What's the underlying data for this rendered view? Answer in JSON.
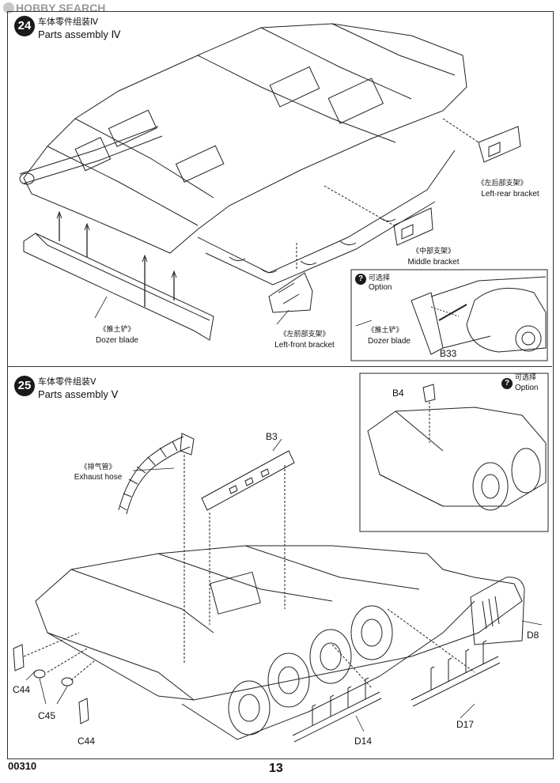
{
  "watermark": "HOBBY SEARCH",
  "step24": {
    "number": "24",
    "title_zh": "车体零件组装Ⅳ",
    "title_en": "Parts assembly Ⅳ",
    "labels": {
      "left_rear_zh": "《左后部支架》",
      "left_rear_en": "Left-rear bracket",
      "middle_zh": "《中部支架》",
      "middle_en": "Middle bracket",
      "dozer_zh": "《推土铲》",
      "dozer_en": "Dozer blade",
      "left_front_zh": "《左前部支架》",
      "left_front_en": "Left-front bracket"
    },
    "option": {
      "mark": "?",
      "label_zh": "可选择",
      "label_en": "Option",
      "dozer_zh": "《推土铲》",
      "dozer_en": "Dozer blade",
      "part": "B33"
    }
  },
  "step25": {
    "number": "25",
    "title_zh": "车体零件组装Ⅴ",
    "title_en": "Parts assembly Ⅴ",
    "exhaust_zh": "《排气管》",
    "exhaust_en": "Exhaust hose",
    "parts": {
      "b3": "B3",
      "d8": "D8",
      "c44a": "C44",
      "c45": "C45",
      "c44b": "C44",
      "d14": "D14",
      "d17": "D17"
    },
    "option": {
      "mark": "?",
      "label_zh": "可选择",
      "label_en": "Option",
      "part": "B4"
    }
  },
  "footer": {
    "code": "00310",
    "page": "13"
  }
}
